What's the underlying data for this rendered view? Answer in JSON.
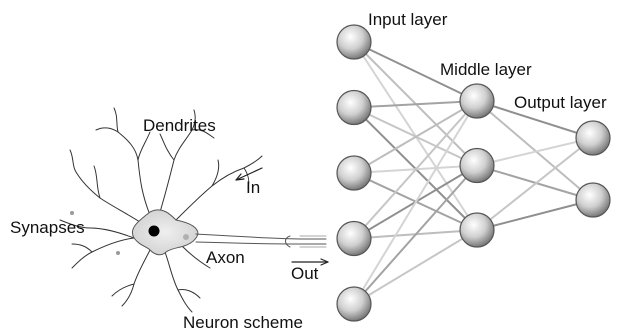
{
  "labels": {
    "input_layer": "Input layer",
    "middle_layer": "Middle layer",
    "output_layer": "Output layer",
    "dendrites": "Dendrites",
    "synapses": "Synapses",
    "in": "In",
    "axon": "Axon",
    "out": "Out",
    "neuron_scheme": "Neuron scheme"
  },
  "network": {
    "input_nodes": 5,
    "middle_nodes": 3,
    "output_nodes": 2
  },
  "colors": {
    "node_light": "#ffffff",
    "node_dark": "#7a7a7a",
    "connection": "#8f8f8f",
    "connection_light": "#cfcfcf",
    "neuron_body": "#d9d9d9",
    "nucleus": "#000000"
  }
}
